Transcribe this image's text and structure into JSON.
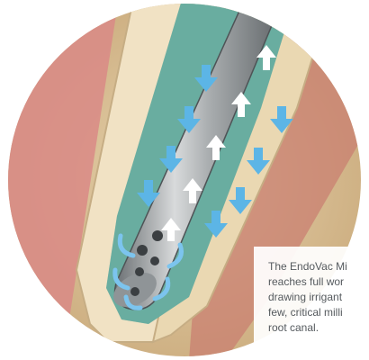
{
  "illustration": {
    "subject": "EndoVac microcannula drawing irrigant through root canal",
    "colors": {
      "background": "#ffffff",
      "gum": "#d98a86",
      "bone": "#d9c08e",
      "dentin": "#e9d6b0",
      "canal_fluid": "#5fa398",
      "cannula": "#9ea3a6",
      "arrow": "#5cb5e6",
      "arrow_white": "#ffffff"
    },
    "icons": [
      "arrow-down-icon",
      "arrow-up-icon",
      "suction-hole-icon"
    ]
  },
  "caption": {
    "lines": [
      "The EndoVac Mi",
      "reaches full wor",
      "drawing irrigant",
      "few, critical milli",
      "root canal."
    ]
  }
}
